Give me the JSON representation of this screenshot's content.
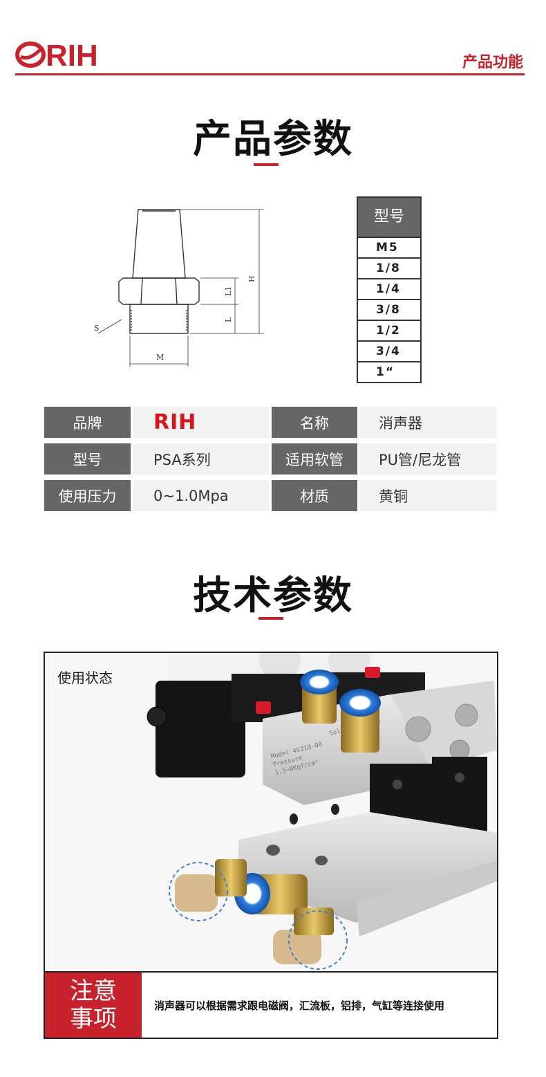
{
  "header": {
    "brand": "RIH",
    "link_label": "产品功能"
  },
  "section1": {
    "title": "产品参数"
  },
  "drawing": {
    "labels": {
      "height": "H",
      "l1": "L1",
      "l": "L",
      "s": "S",
      "m": "M"
    }
  },
  "model_table": {
    "header": "型号",
    "rows": [
      "M5",
      "1/8",
      "1/4",
      "3/8",
      "1/2",
      "3/4",
      "1“"
    ]
  },
  "params": {
    "rows": [
      {
        "label": "品牌",
        "value": "RIH",
        "label2": "名称",
        "value2": "消声器"
      },
      {
        "label": "型号",
        "value": "PSA系列",
        "label2": "适用软管",
        "value2": "PU管/尼龙管"
      },
      {
        "label": "使用压力",
        "value": "0~1.0Mpa",
        "label2": "材质",
        "value2": "黄铜"
      }
    ]
  },
  "section2": {
    "title": "技术参数"
  },
  "photo": {
    "label": "使用状态",
    "valve_text": [
      "Model 4V210-08",
      "Pressure",
      "1.5~8Kgf/cm²",
      "Solenoid Valve"
    ]
  },
  "note": {
    "title_line1": "注意",
    "title_line2": "事项",
    "text": "消声器可以根据需求跟电磁阀，汇流板，铝排，气缸等连接使用"
  },
  "colors": {
    "accent": "#c8232c",
    "label_bg": "#666666",
    "value_bg": "#f2f2f2"
  }
}
